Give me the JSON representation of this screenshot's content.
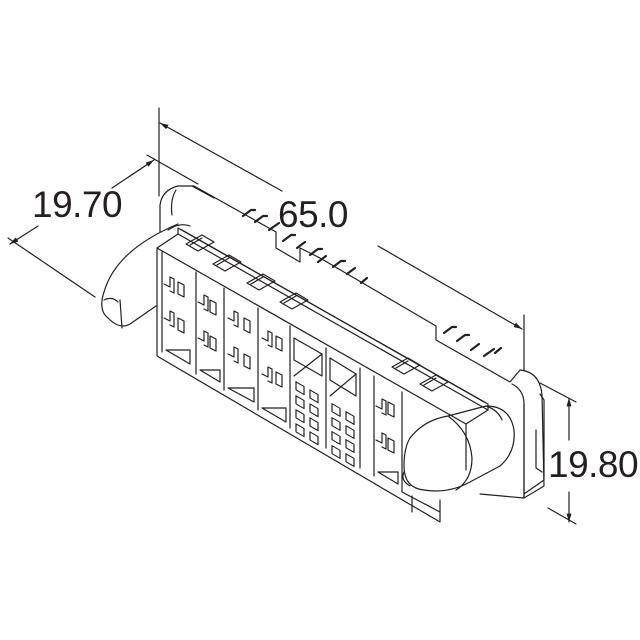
{
  "drawing": {
    "subject": "multi-cavity connector housing, isometric view",
    "line_color": "#231f20",
    "background": "#ffffff"
  },
  "dimensions": {
    "width": {
      "value": "65.0",
      "orientation": "along top edge (length)"
    },
    "depth": {
      "value": "19.70",
      "orientation": "left side (depth)"
    },
    "height": {
      "value": "19.80",
      "orientation": "right side (vertical)"
    }
  }
}
